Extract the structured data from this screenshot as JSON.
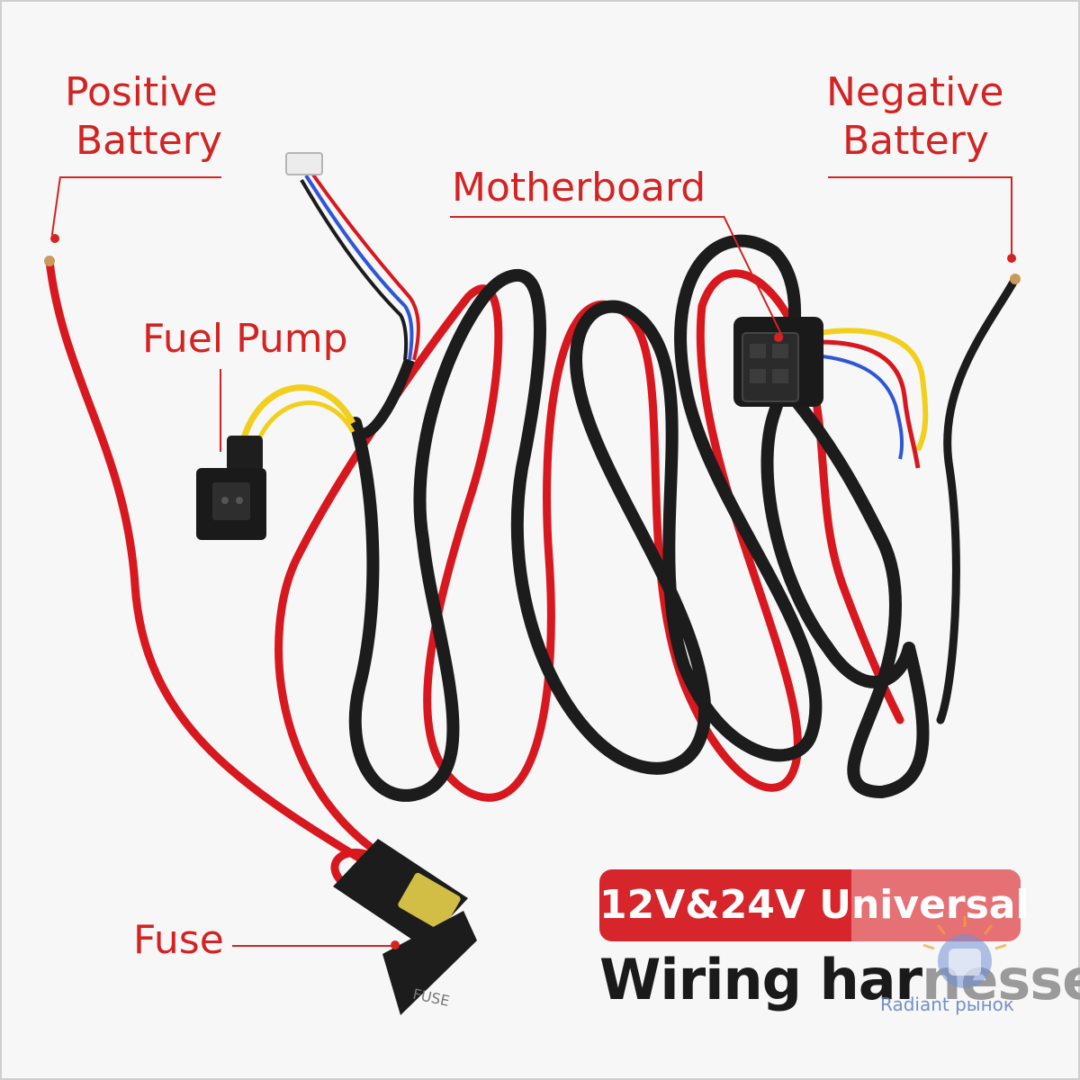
{
  "labels": {
    "positive_battery": [
      "Positive",
      "Battery"
    ],
    "negative_battery": [
      "Negative",
      "Battery"
    ],
    "motherboard": "Motherboard",
    "fuel_pump": "Fuel Pump",
    "fuse": "Fuse"
  },
  "badge": {
    "text": "12V&24V Universal"
  },
  "title": {
    "text_main": "Wiring har",
    "text_faded": "nesses"
  },
  "fuse_cover_text": "FUSE",
  "watermark": {
    "text": "Radiant рынок"
  },
  "colors": {
    "label_red": "#d42323",
    "wire_red": "#d8181f",
    "wire_black": "#1c1c1c",
    "wire_yellow": "#f2cf1c",
    "wire_blue": "#2f56d6",
    "badge_red": "#d7262b"
  }
}
